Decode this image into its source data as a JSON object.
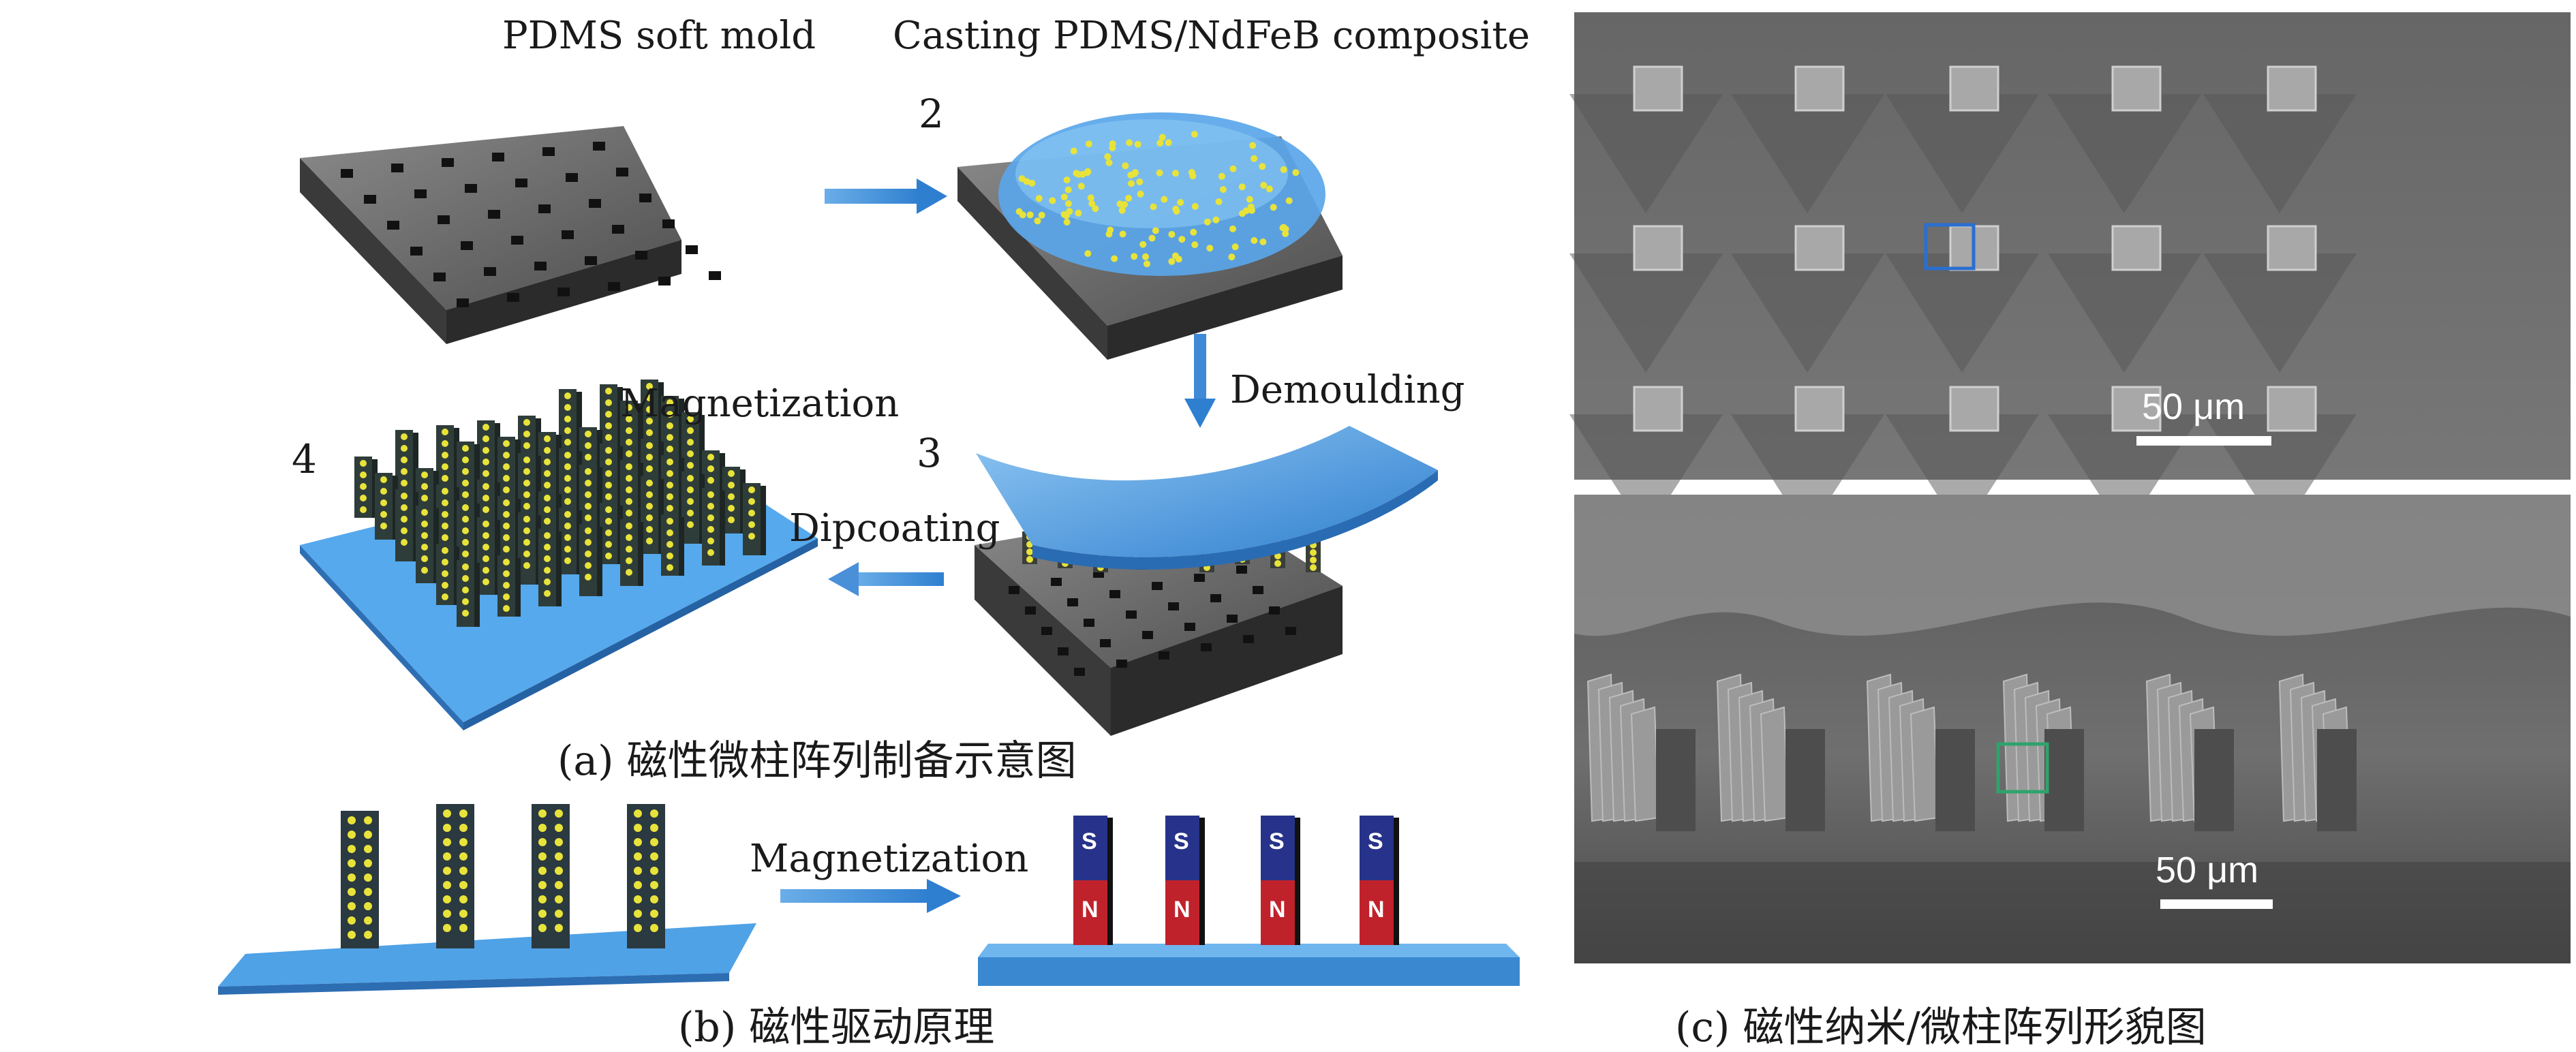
{
  "panel_a": {
    "step1_label": "PDMS soft mold",
    "step2_label": "Casting PDMS/NdFeB composite",
    "step2_number": "2",
    "step3_label": "Demoulding",
    "step3_number": "3",
    "step4_label": "Magnetization",
    "step4_number": "4",
    "dipcoating_label": "Dipcoating",
    "caption": "(a) 磁性微柱阵列制备示意图"
  },
  "panel_b": {
    "arrow_label": "Magnetization",
    "pole_top": "S",
    "pole_bottom": "N",
    "caption": "(b) 磁性驱动原理"
  },
  "panel_c": {
    "top_scale": "50 μm",
    "bottom_scale": "50 μm",
    "caption": "(c) 磁性纳米/微柱阵列形貌图"
  },
  "colors": {
    "arrow_blue": "#4a90d9",
    "mold_gray": "#5a5a5a",
    "composite_blue": "#3f8fd8",
    "particle_yellow": "#e8e33a",
    "magnet_red": "#c0222b",
    "magnet_blue": "#27338a",
    "sem_gray": "#6c6c6c",
    "highlight_blue": "#2a6fd0",
    "highlight_green": "#2fa36a"
  }
}
